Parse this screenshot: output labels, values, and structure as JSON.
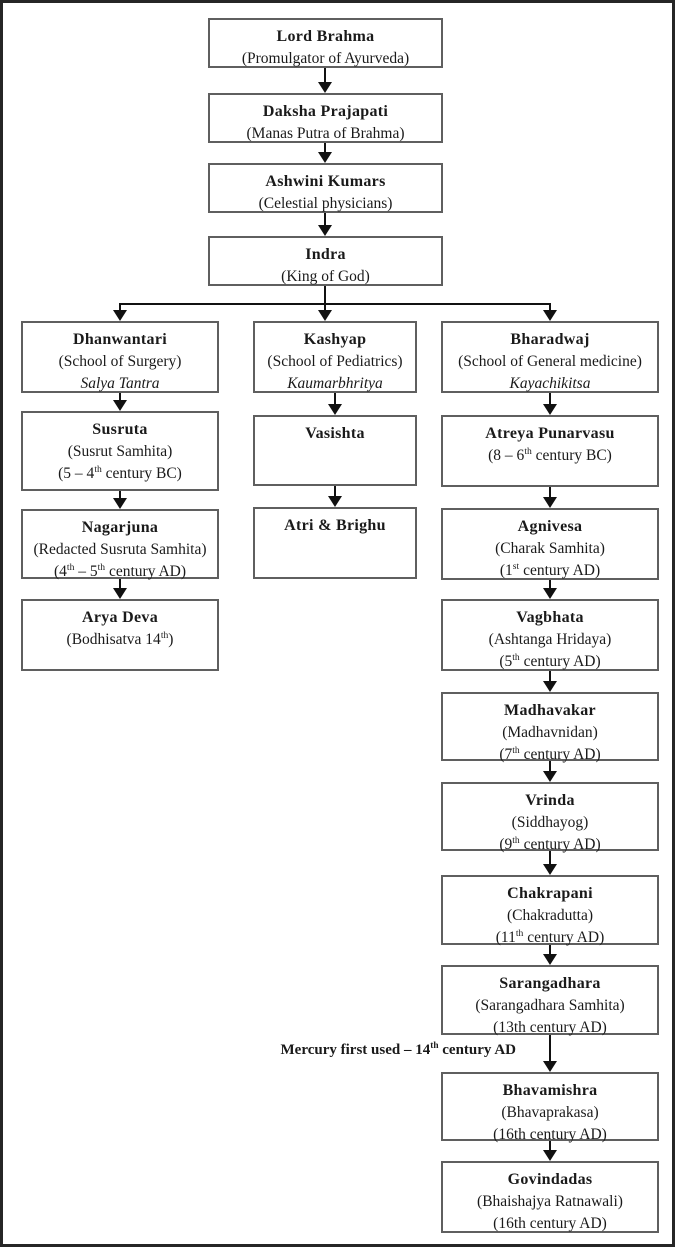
{
  "diagram": {
    "title_semantic": "Lineage of Ayurveda teachers flowchart",
    "chain": [
      {
        "title": "Lord Brahma",
        "line2": "(Promulgator of Ayurveda)"
      },
      {
        "title": "Daksha Prajapati",
        "line2": "(Manas Putra of Brahma)"
      },
      {
        "title": "Ashwini Kumars",
        "line2": "(Celestial physicians)"
      },
      {
        "title": "Indra",
        "line2": "(King of God)"
      }
    ],
    "columns": {
      "left": {
        "school": {
          "title": "Dhanwantari",
          "line2": "(School of Surgery)",
          "line3": "Salya Tantra"
        },
        "nodes": [
          {
            "title": "Susruta",
            "line2": "(Susrut Samhita)",
            "line3": "(5 – 4{th} century BC)"
          },
          {
            "title": "Nagarjuna",
            "line2": "(Redacted Susruta Samhita)",
            "line3": "(4{th} – 5{th} century AD)"
          },
          {
            "title": "Arya Deva",
            "line2": "(Bodhisatva 14{th})"
          }
        ]
      },
      "middle": {
        "school": {
          "title": "Kashyap",
          "line2": "(School of Pediatrics)",
          "line3": "Kaumarbhritya"
        },
        "nodes": [
          {
            "title": "Vasishta"
          },
          {
            "title": "Atri & Brighu"
          }
        ]
      },
      "right": {
        "school": {
          "title": "Bharadwaj",
          "line2": "(School of General medicine)",
          "line3": "Kayachikitsa"
        },
        "nodes": [
          {
            "title": "Atreya Punarvasu",
            "line2": "(8 – 6{th} century BC)"
          },
          {
            "title": "Agnivesa",
            "line2": "(Charak Samhita)",
            "line3": "(1{st} century AD)"
          },
          {
            "title": "Vagbhata",
            "line2": "(Ashtanga Hridaya)",
            "line3": "(5{th} century AD)"
          },
          {
            "title": "Madhavakar",
            "line2": "(Madhavnidan)",
            "line3": "(7{th} century AD)"
          },
          {
            "title": "Vrinda",
            "line2": "(Siddhayog)",
            "line3": "(9{th} century AD)"
          },
          {
            "title": "Chakrapani",
            "line2": "(Chakradutta)",
            "line3": "(11{th} century AD)"
          },
          {
            "title": "Sarangadhara",
            "line2": "(Sarangadhara Samhita)",
            "line3": "(13th century AD)"
          },
          {
            "title": "Bhavamishra",
            "line2": "(Bhavaprakasa)",
            "line3": "(16th century AD)"
          },
          {
            "title": "Govindadas",
            "line2": "(Bhaishajya Ratnawali)",
            "line3": "(16th century AD)"
          }
        ]
      }
    },
    "annotation": "Mercury first used – 14{th} century AD",
    "colors": {
      "background": "#ffffff",
      "box_border": "#5f5f5f",
      "outer_border": "#262626",
      "text": "#1a1a1a",
      "arrow": "#111111"
    }
  }
}
